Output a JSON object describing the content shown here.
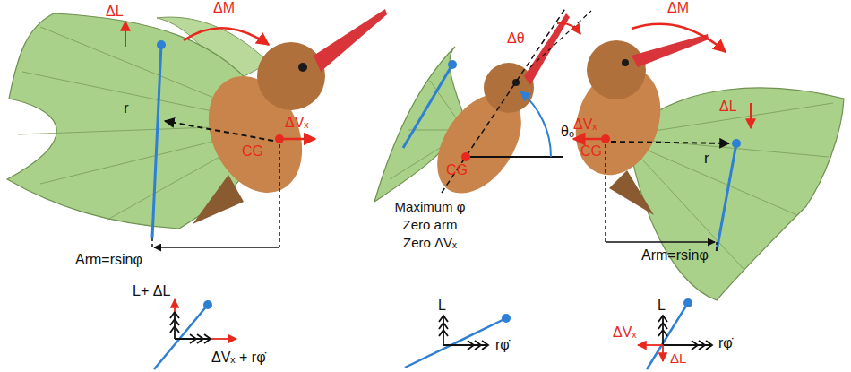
{
  "diagram": {
    "labels": [
      "ΔL",
      "ΔM",
      "r",
      "ΔVₓ",
      "CG",
      "Arm=rsinφ",
      "Δθ",
      "θₒ",
      "CG",
      "Maximum φ̇",
      "Zero arm",
      "Zero ΔVₓ",
      "ΔM",
      "ΔL",
      "ΔVₓ",
      "CG",
      "r",
      "Arm=rsinφ",
      "L+ ΔL",
      "ΔVₓ + rφ̇",
      "L",
      "rφ̇",
      "L",
      "ΔVₓ",
      "rφ̇",
      "ΔL"
    ]
  }
}
